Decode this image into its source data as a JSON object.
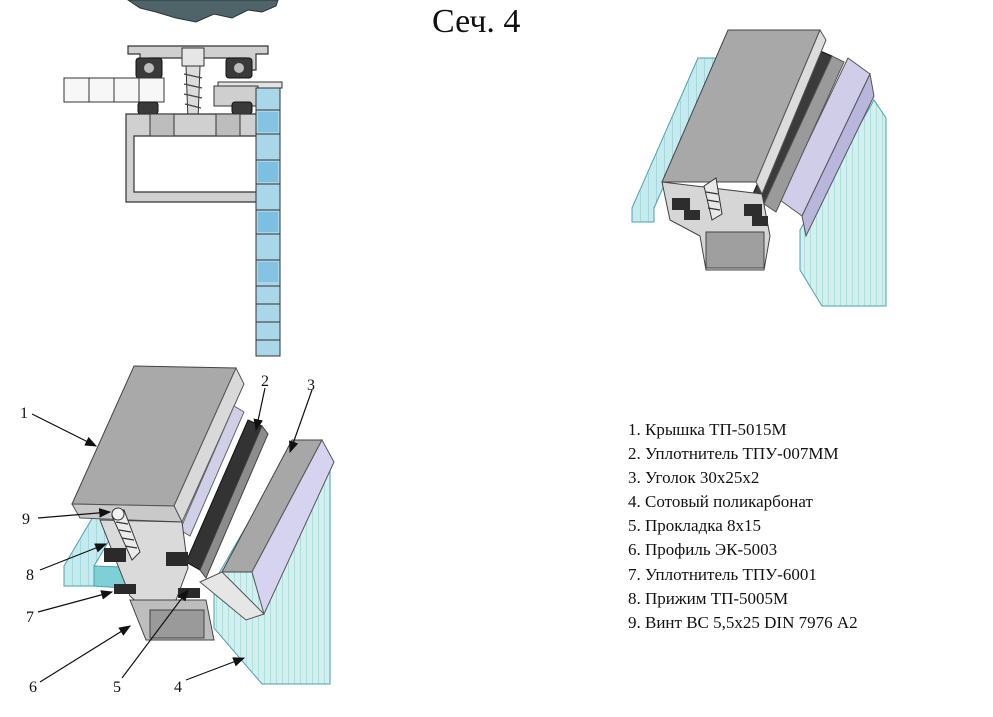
{
  "title": "Сеч. 4",
  "callouts": [
    "1",
    "2",
    "3",
    "4",
    "5",
    "6",
    "7",
    "8",
    "9"
  ],
  "legend": [
    "1. Крышка ТП-5015М",
    "2. Уплотнитель ТПУ-007ММ",
    "3. Уголок 30х25х2",
    "4. Сотовый поликарбонат",
    "5. Прокладка 8х15",
    "6. Профиль ЭК-5003",
    "7. Уплотнитель ТПУ-6001",
    "8. Прижим ТП-5005М",
    "9. Винт ВС 5,5х25 DIN 7976 А2"
  ],
  "colors": {
    "aluminum": "#c8c8c8",
    "aluminum_dark": "#8e8e8e",
    "polycarbonate": "#bfe6ec",
    "polycarbonate_blue": "#7fc3e0",
    "angle_top": "#a9a9a9",
    "angle_side": "#d9d6ef",
    "gasket": "#2b2b2b",
    "stone": "#4e6468"
  }
}
